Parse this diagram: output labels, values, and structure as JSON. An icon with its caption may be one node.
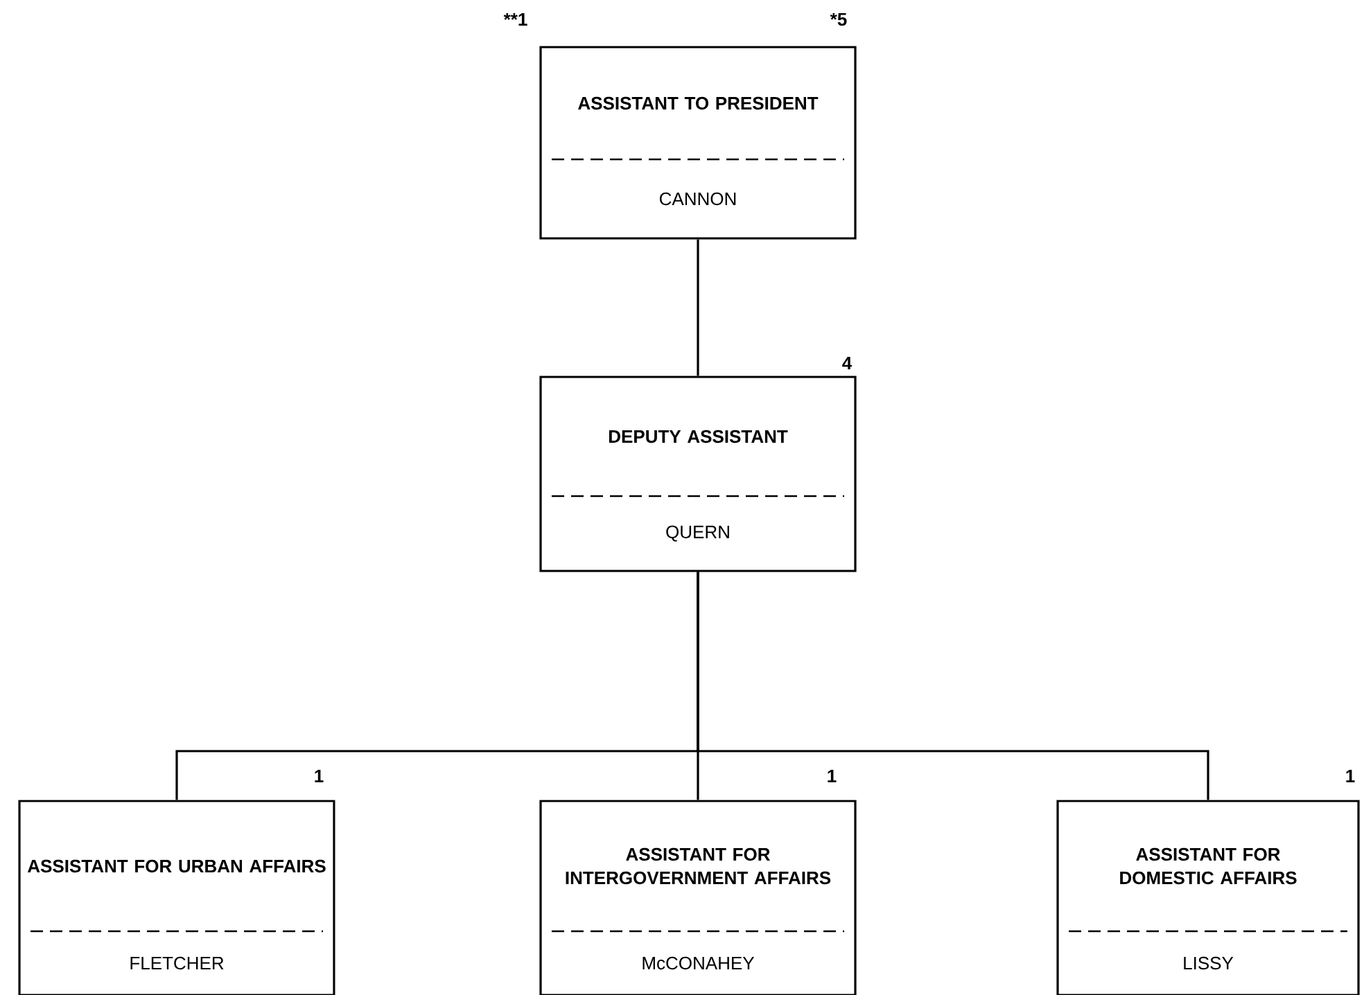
{
  "diagram": {
    "nodes": [
      {
        "text": [
          "ASSISTANT TO PRESIDENT",
          "CANNON"
        ],
        "beside": [
          "**1",
          "*5"
        ]
      },
      {
        "text": [
          "DEPUTY ASSISTANT",
          "QUERN"
        ],
        "beside": [
          "4"
        ]
      },
      {
        "text": [
          "ASSISTANT FOR URBAN AFFAIRS",
          "FLETCHER"
        ],
        "beside": [
          "1"
        ]
      },
      {
        "text": [
          "ASSISTANT FOR INTERGOVERNMENT AFFAIRS",
          "McCONAHEY"
        ],
        "beside": [
          "1"
        ]
      },
      {
        "text": [
          "ASSISTANT FOR DOMESTIC AFFAIRS",
          "LISSY"
        ],
        "beside": [
          "1"
        ]
      }
    ],
    "edges": [
      {
        "from": 0,
        "to": 1,
        "arrow": "none"
      },
      {
        "from": 1,
        "to": 2,
        "arrow": "none"
      },
      {
        "from": 1,
        "to": 3,
        "arrow": "none"
      },
      {
        "from": 1,
        "to": 4,
        "arrow": "none"
      }
    ]
  }
}
